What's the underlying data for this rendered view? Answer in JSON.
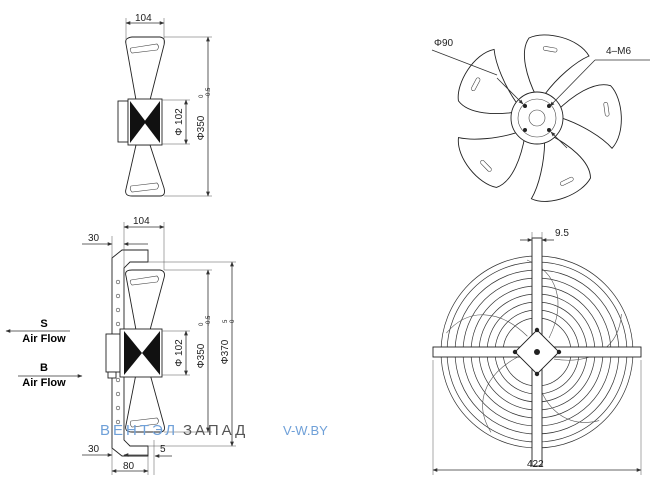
{
  "top_side": {
    "width_label": "104",
    "hub_dia_label": "Φ 102",
    "blade_dia_label": "Φ350",
    "blade_dia_tol_upper": "0",
    "blade_dia_tol_lower": "-0.5"
  },
  "bottom_side": {
    "width_label": "104",
    "offset_top_label": "30",
    "offset_bottom_label": "30",
    "base_label": "80",
    "base_gap_label": "5",
    "hub_dia_label": "Φ 102",
    "blade_dia_label": "Φ350",
    "blade_dia_tol_upper": "0",
    "blade_dia_tol_lower": "-0.5",
    "guard_dia_label": "Φ370",
    "guard_dia_tol_upper": "5",
    "guard_dia_tol_lower": "0"
  },
  "front_view": {
    "bolt_circle_label": "Φ90",
    "bolt_label": "4–M6"
  },
  "guard_view": {
    "strut_width_label": "9.5",
    "overall_width_label": "422"
  },
  "airflow": {
    "s_letter": "S",
    "s_text": "Air Flow",
    "b_letter": "B",
    "b_text": "Air Flow"
  },
  "watermark": {
    "part1": "ВЕНТЭЛ",
    "part2": "ЗАПАД",
    "site": "V-W.BY"
  }
}
